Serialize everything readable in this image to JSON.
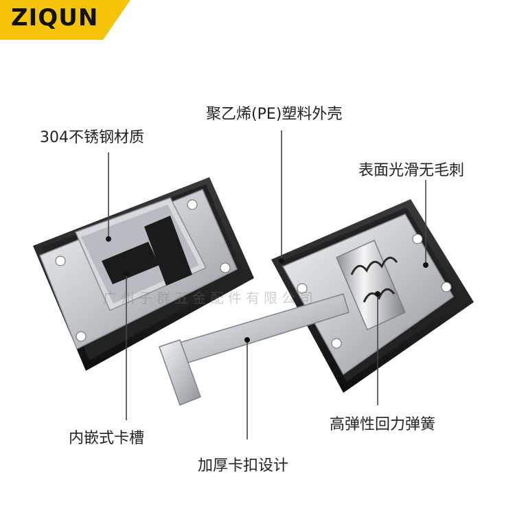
{
  "brand": {
    "logo_text": "ZIQUN",
    "accent": "#f5c40a"
  },
  "labels": {
    "steel": "304不锈钢材质",
    "plastic_shell": "聚乙烯(PE)塑料外壳",
    "smooth_surface": "表面光滑无毛刺",
    "inset_slot": "内嵌式卡槽",
    "thick_latch": "加厚卡扣设计",
    "spring": "高弹性回力弹簧"
  },
  "watermark": "广州子群五金配件有限公司",
  "colors": {
    "base_black": "#1a1a1a",
    "steel": "#c9ccd0",
    "callout_line": "#444444"
  }
}
